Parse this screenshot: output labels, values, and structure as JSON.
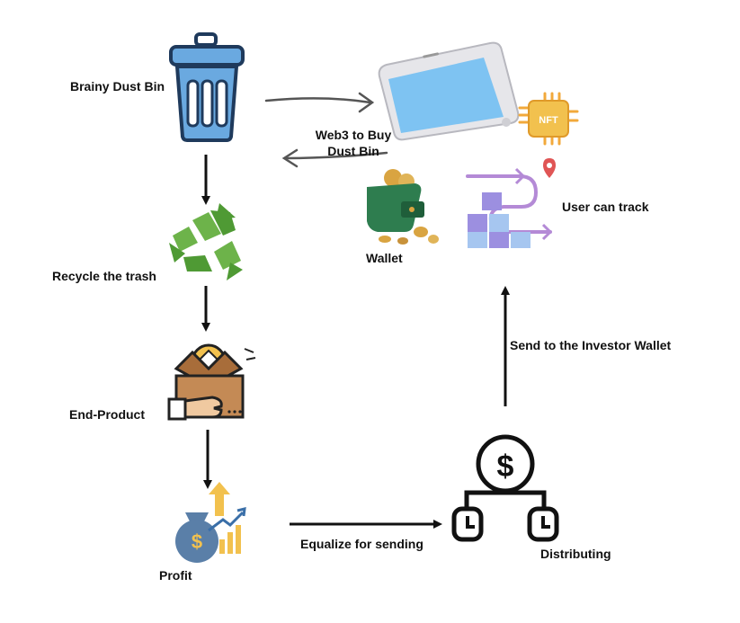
{
  "labels": {
    "dust_bin": "Brainy Dust Bin",
    "recycle": "Recycle the trash",
    "end_product": "End-Product",
    "profit": "Profit",
    "web3_line1": "Web3 to Buy",
    "web3_line2": "Dust Bin",
    "wallet": "Wallet",
    "user_track": "User can track",
    "send_investor": "Send to the Investor Wallet",
    "equalize": "Equalize for sending",
    "distributing": "Distributing",
    "nft_badge": "NFT"
  },
  "colors": {
    "bin_blue": "#6aa9e0",
    "bin_outline": "#1f3a5c",
    "recycle_green": "#6db34a",
    "box_brown": "#c48a55",
    "phone_screen": "#7ec3f2",
    "wallet_green": "#2e7d4f",
    "track_purple": "#b48ad6",
    "coin_gold": "#d9a441",
    "arrow": "#111111",
    "grey_arrow": "#555555"
  },
  "icons": [
    "trash-bin-icon",
    "recycle-icon",
    "box-product-icon",
    "profit-bag-icon",
    "smartphone-icon",
    "nft-chip-icon",
    "wallet-icon",
    "tracking-route-icon",
    "distributing-dollar-icon"
  ]
}
